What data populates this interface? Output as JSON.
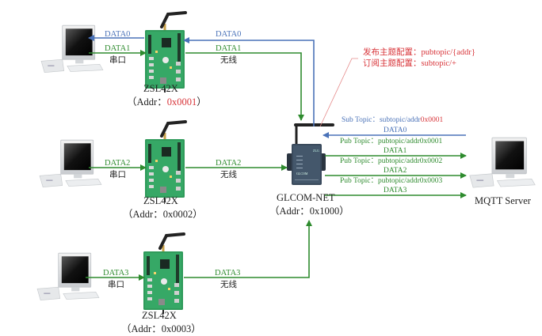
{
  "colors": {
    "uplink_green": "#2e8b2e",
    "downlink_blue": "#4a72b8",
    "highlight_red": "#d8353a",
    "board_green": "#2f9a5a",
    "gateway_body": "#3a4a5c"
  },
  "nodes": [
    {
      "id": "pc1",
      "icon": "desktop-computer-icon"
    },
    {
      "id": "pc2",
      "icon": "desktop-computer-icon"
    },
    {
      "id": "pc3",
      "icon": "desktop-computer-icon"
    },
    {
      "id": "zsl1",
      "icon": "circuit-board-icon",
      "name": "ZSL42X",
      "addr_prefix": "（Addr：",
      "addr": "0x0001",
      "addr_suffix": "）",
      "addr_highlight": true
    },
    {
      "id": "zsl2",
      "icon": "circuit-board-icon",
      "name": "ZSL42X",
      "addr_prefix": "（Addr：",
      "addr": "0x0002",
      "addr_suffix": "）",
      "addr_highlight": false
    },
    {
      "id": "zsl3",
      "icon": "circuit-board-icon",
      "name": "ZSL42X",
      "addr_prefix": "（Addr：",
      "addr": "0x0003",
      "addr_suffix": "）",
      "addr_highlight": false
    },
    {
      "id": "gateway",
      "icon": "gateway-device-icon",
      "name": "GLCOM-NET",
      "addr_prefix": "（Addr：",
      "addr": "0x1000",
      "addr_suffix": "）"
    },
    {
      "id": "mqtt",
      "icon": "desktop-computer-icon",
      "name": "MQTT Server"
    }
  ],
  "links": {
    "row1": {
      "serial_down": "DATA0",
      "serial_up": "DATA1",
      "serial_medium": "串口",
      "wireless_down": "DATA0",
      "wireless_up": "DATA1",
      "wireless_medium": "无线"
    },
    "row2": {
      "serial_up": "DATA2",
      "serial_medium": "串口",
      "wireless_up": "DATA2",
      "wireless_medium": "无线"
    },
    "row3": {
      "serial_up": "DATA3",
      "serial_medium": "串口",
      "wireless_up": "DATA3",
      "wireless_medium": "无线"
    }
  },
  "config_note": {
    "pub_label": "发布主题配置：",
    "pub_value": "pubtopic/{addr}",
    "sub_label": "订阅主题配置：",
    "sub_value": "subtopic/+"
  },
  "mqtt_topics": {
    "sub": {
      "label": "Sub Topic：",
      "topic": "subtopic/addr",
      "addr": "0x0001",
      "data": "DATA0"
    },
    "pub": [
      {
        "label": "Pub Topic：",
        "topic": "pubtopic/addr0x0001",
        "data": "DATA1"
      },
      {
        "label": "Pub Topic：",
        "topic": "pubtopic/addr0x0002",
        "data": "DATA2"
      },
      {
        "label": "Pub Topic：",
        "topic": "pubtopic/addr0x0003",
        "data": "DATA3"
      }
    ]
  }
}
